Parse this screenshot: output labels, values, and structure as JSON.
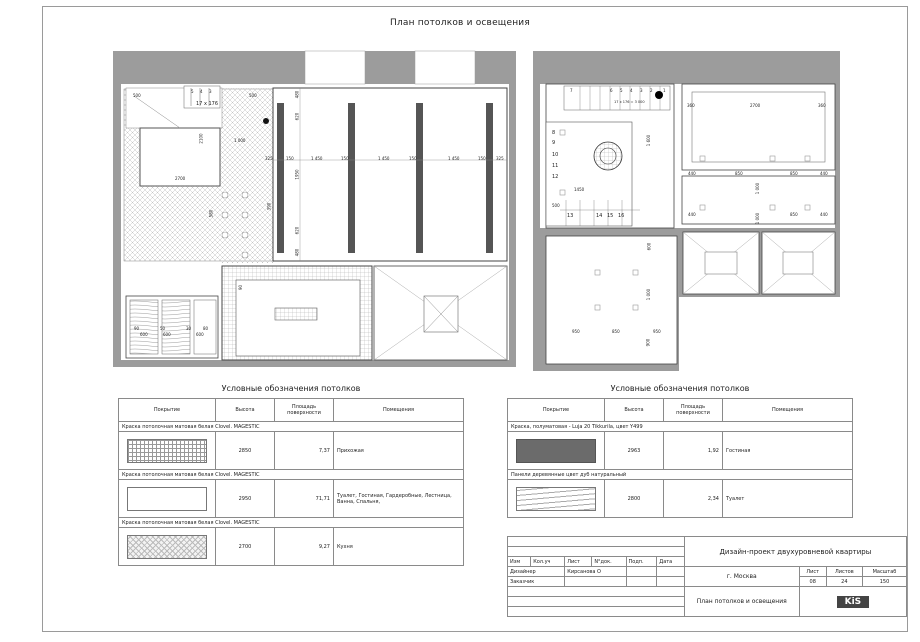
{
  "title": "План потолков и освещения",
  "plan_left": {
    "labels": {
      "d500a": "500",
      "d500b": "500",
      "d1000": "1 000",
      "d2700": "2700",
      "d2100": "2100",
      "d17x176": "17 x 176",
      "s5": "5",
      "s4": "4",
      "s3": "3",
      "d325a": "325",
      "d325b": "325",
      "d150a": "150",
      "d1450a": "1 450",
      "d150b": "150",
      "d1450b": "1 450",
      "d150c": "150",
      "d1450c": "1 450",
      "d150d": "150",
      "d480a": "480",
      "d620a": "620",
      "d1950": "1950",
      "d390a": "390",
      "d620b": "620",
      "d480b": "480",
      "d580": "580",
      "d90a": "90",
      "d600a": "600",
      "d50": "50",
      "d600b": "600",
      "d80": "80",
      "d600c": "600",
      "d30": "30",
      "d90b": "90"
    }
  },
  "plan_right": {
    "labels": {
      "s7": "7",
      "s6": "6",
      "s5": "5",
      "s4": "4",
      "s3": "3",
      "s2": "2",
      "s1": "1",
      "d17x176": "17 x 176 = 3 000",
      "d360a": "360",
      "d2700": "2700",
      "d360b": "360",
      "s8": "8",
      "s9": "9",
      "s10": "10",
      "s11": "11",
      "s12": "12",
      "d1450": "1450",
      "d500": "500",
      "s13": "13",
      "s14": "14",
      "s15": "15",
      "s16": "16",
      "d440a": "440",
      "d850a": "850",
      "d850b": "850",
      "d440b": "440",
      "d440c": "440",
      "d850c": "850",
      "d440d": "440",
      "d1000a": "1 000",
      "d1000b": "1 000",
      "d950a": "950",
      "d850d": "850",
      "d950b": "950",
      "d1600": "1 600",
      "d600": "600",
      "d1000c": "1 000",
      "d900": "900"
    }
  },
  "legend_left": {
    "title": "Условные обозначения потолков",
    "headers": [
      "Покрытие",
      "Высота",
      "Площадь поверхности",
      "Помещения"
    ],
    "rows": [
      {
        "category": "Краска потолочная матовая белая Clovel. MAGESTIC",
        "height": "2850",
        "area": "7,37",
        "rooms": "Прихожая"
      },
      {
        "category": "Краска потолочная матовая белая Clovel. MAGESTIC",
        "height": "2950",
        "area": "71,71",
        "rooms": "Туалет, Гостиная, Гардеробные, Лестница, Ванна, Спальня,"
      },
      {
        "category": "Краска потолочная матовая белая Clovel. MAGESTIC",
        "height": "2700",
        "area": "9,27",
        "rooms": "Кухня"
      }
    ]
  },
  "legend_right": {
    "title": "Условные обозначения потолков",
    "headers": [
      "Покрытие",
      "Высота",
      "Площадь поверхности",
      "Помещения"
    ],
    "rows": [
      {
        "category": "Краска, полуматовая - Luja 20 Tikkurila, цвет Y499",
        "height": "2963",
        "area": "1,92",
        "rooms": "Гостиная"
      },
      {
        "category": "Панели деревянные цвет дуб натуральный",
        "height": "2800",
        "area": "2,34",
        "rooms": "Туалет"
      }
    ]
  },
  "stamp": {
    "project": "Дизайн-проект двухуровневой квартиры",
    "city": "г. Москва",
    "sheet_title": "План потолков и освещения",
    "cols": [
      "Изм",
      "Кол.уч",
      "Лист",
      "N°док.",
      "Подп.",
      "Дата"
    ],
    "designer_label": "Дизайнер",
    "designer_name": "Кирсанова О",
    "client_label": "Заказчик",
    "sheet_label": "Лист",
    "sheets_label": "Листов",
    "scale_label": "Масштаб",
    "sheet": "08",
    "sheets": "24",
    "scale": "150",
    "logo_text": "KiS"
  }
}
